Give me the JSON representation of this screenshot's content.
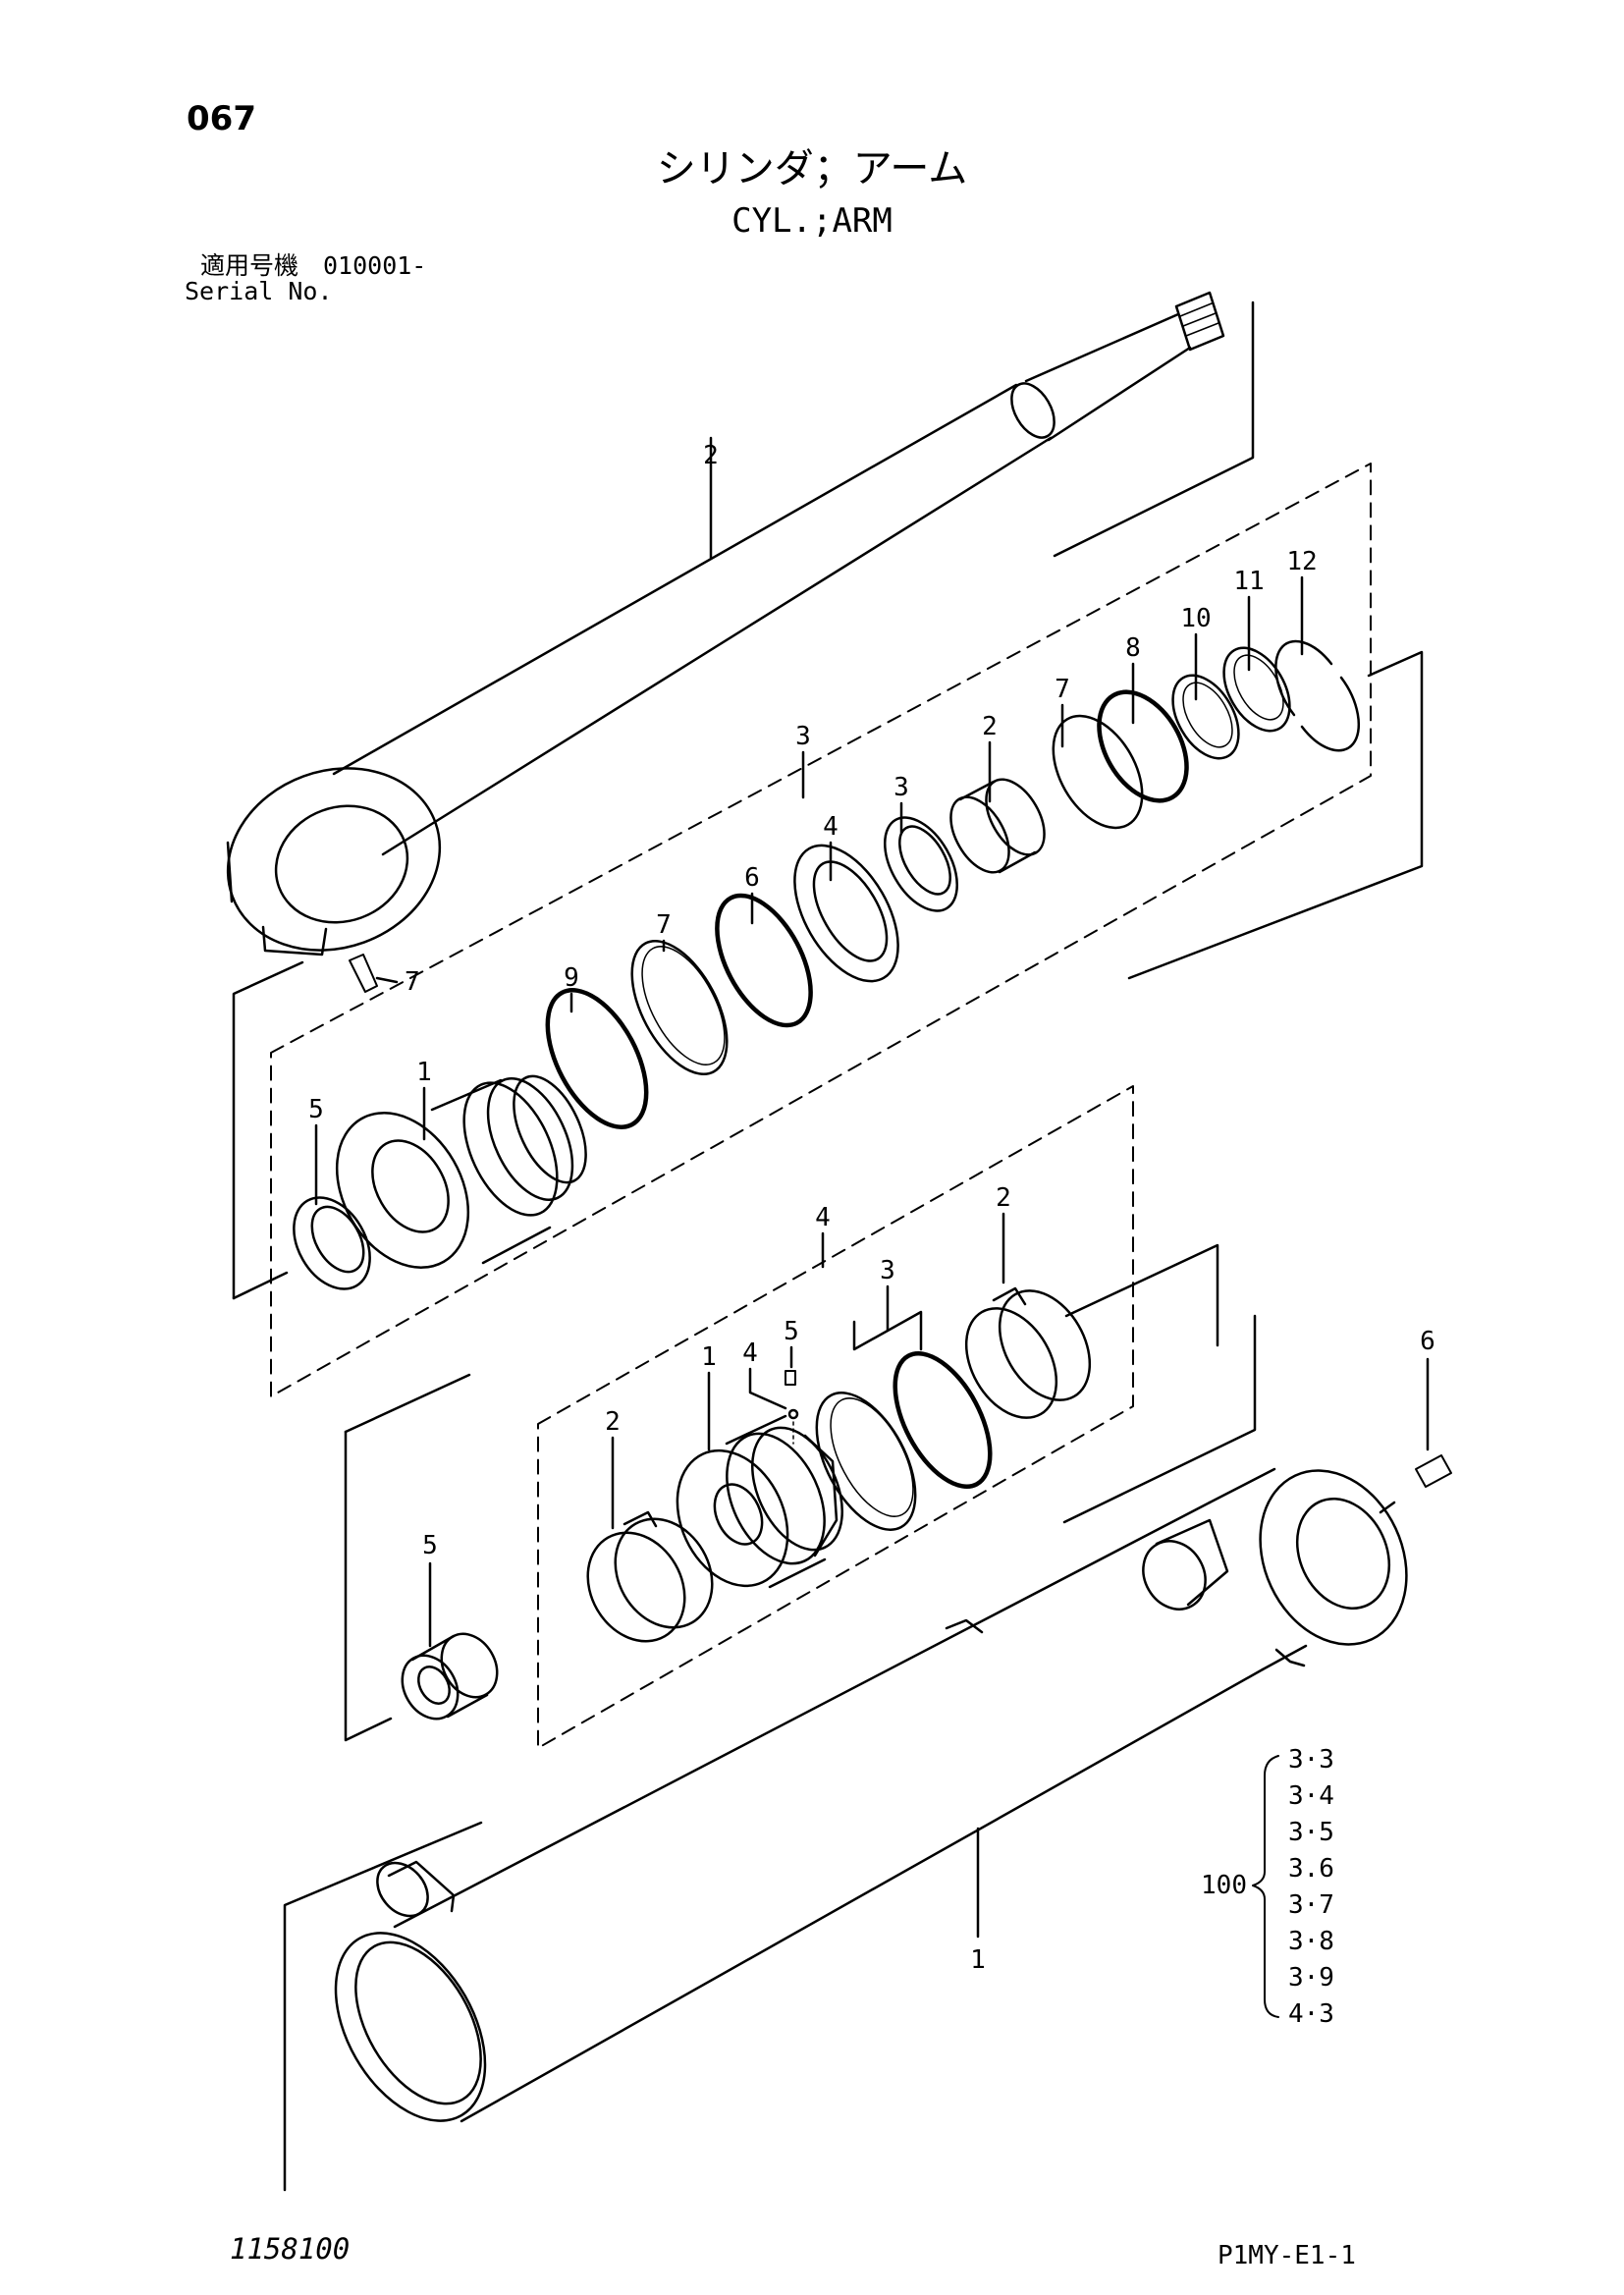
{
  "header": {
    "page_number": "067",
    "title_jp": "シリンダ；アーム",
    "title_en": "CYL.;ARM",
    "serial_label_jp": "適用号機　010001-",
    "serial_label_en": "Serial No."
  },
  "footer": {
    "drawing_number": "1158100",
    "page_code": "P1MY-E1-1"
  },
  "callouts": {
    "rod": "2",
    "rod_grease_fitting": "7",
    "head_group": "3",
    "head_1": "1",
    "head_2": "2",
    "head_3": "3",
    "head_4": "4",
    "head_5": "5",
    "head_6": "6",
    "head_7a": "7",
    "head_7b": "7",
    "head_8": "8",
    "head_9": "9",
    "head_10": "10",
    "head_11": "11",
    "head_12": "12",
    "piston_group": "4",
    "piston_1": "1",
    "piston_2a": "2",
    "piston_2b": "2",
    "piston_3": "3",
    "piston_4": "4",
    "piston_5": "5",
    "spacer_5": "5",
    "tube_fitting_6": "6",
    "tube_1": "1"
  },
  "kit": {
    "number": "100",
    "items": [
      "3·3",
      "3·4",
      "3·5",
      "3.6",
      "3·7",
      "3·8",
      "3·9",
      "4·3"
    ]
  }
}
